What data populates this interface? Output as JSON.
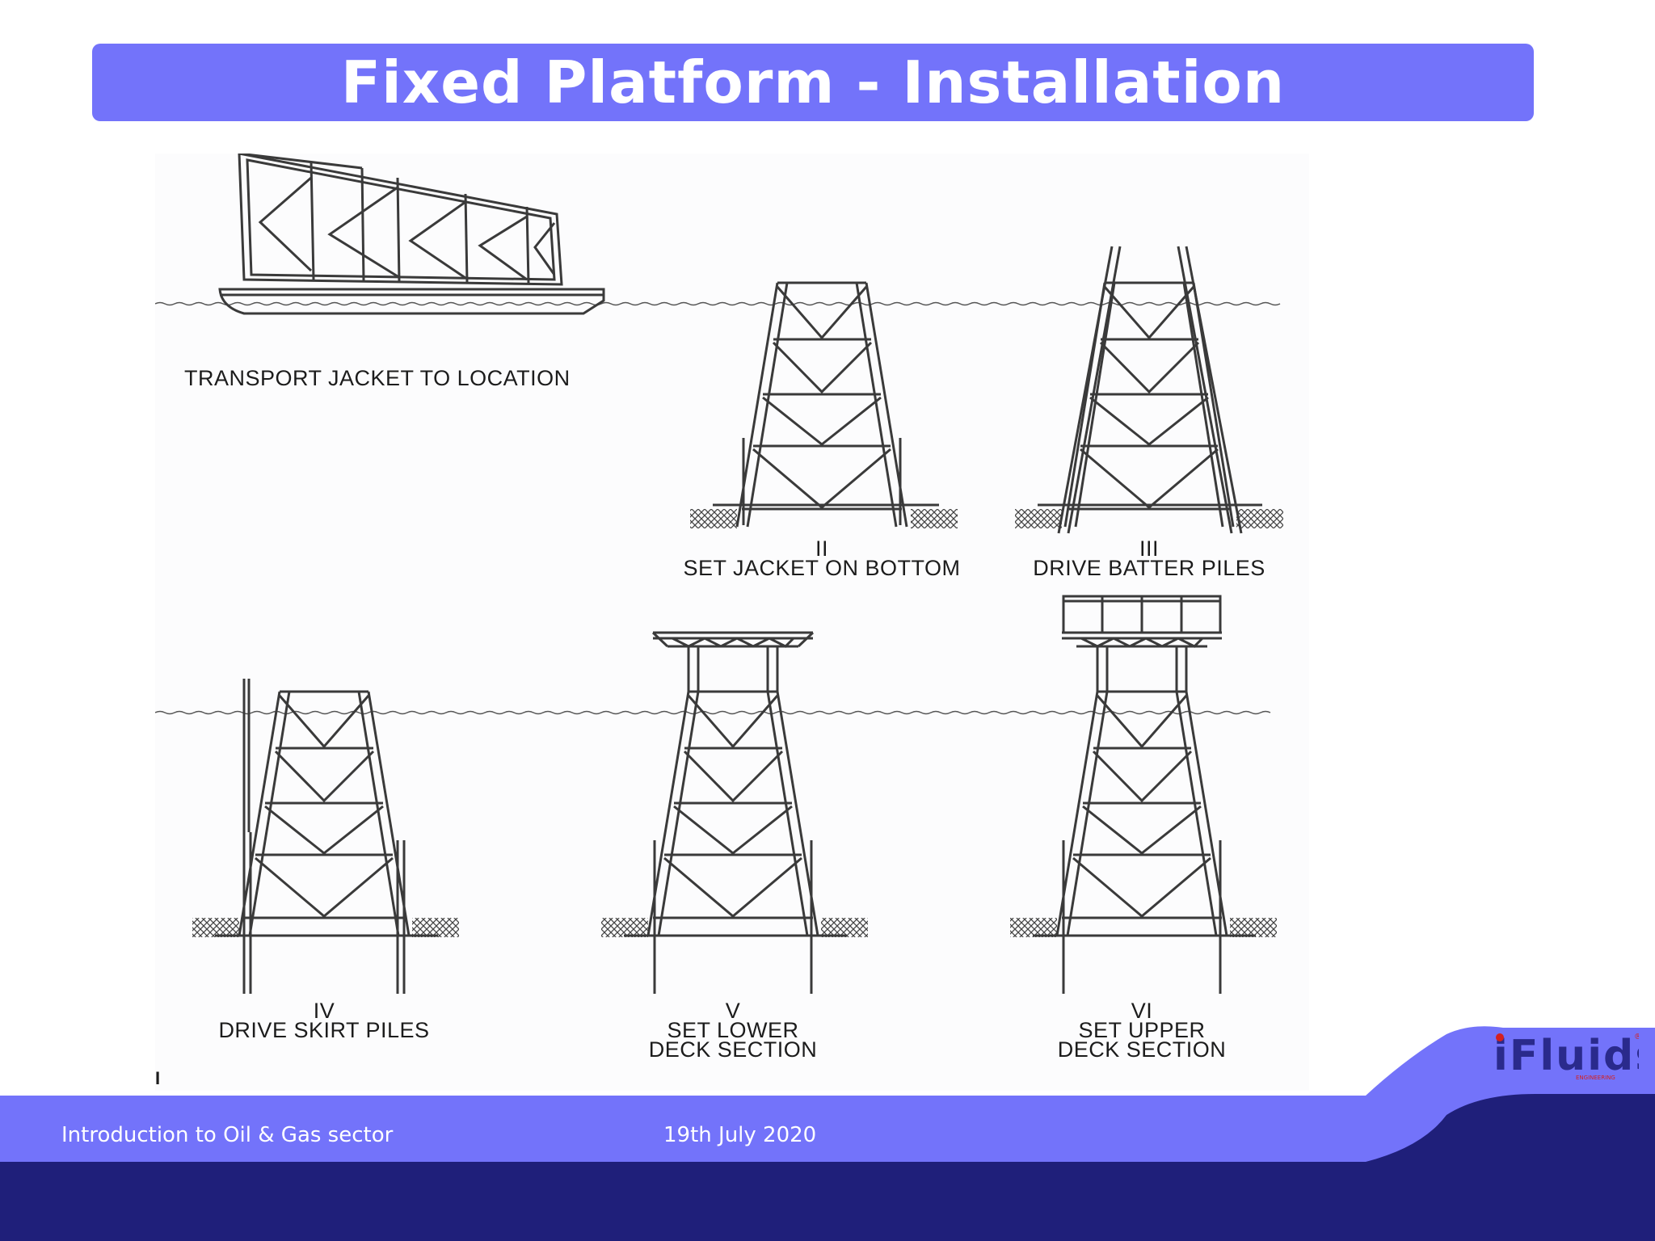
{
  "slide": {
    "title": "Fixed Platform - Installation"
  },
  "figure": {
    "stages": [
      {
        "numeral": "",
        "caption": [
          "TRANSPORT JACKET TO LOCATION"
        ]
      },
      {
        "numeral": "II",
        "caption": [
          "SET JACKET ON BOTTOM"
        ]
      },
      {
        "numeral": "III",
        "caption": [
          "DRIVE BATTER PILES"
        ]
      },
      {
        "numeral": "IV",
        "caption": [
          "DRIVE SKIRT PILES"
        ]
      },
      {
        "numeral": "V",
        "caption": [
          "SET LOWER",
          "DECK SECTION"
        ]
      },
      {
        "numeral": "VI",
        "caption": [
          "SET UPPER",
          "DECK SECTION"
        ]
      }
    ],
    "corner_mark": "I"
  },
  "footer": {
    "course": "Introduction to Oil & Gas sector",
    "date": "19th July 2020"
  },
  "logo": {
    "text": "iFluids",
    "tagline": "ENGINEERING"
  },
  "colors": {
    "title_bar": "#7373fa",
    "footer_band": "#7373fa",
    "footer_dark": "#1f1f7a",
    "drawing": "#3a3a3a"
  }
}
